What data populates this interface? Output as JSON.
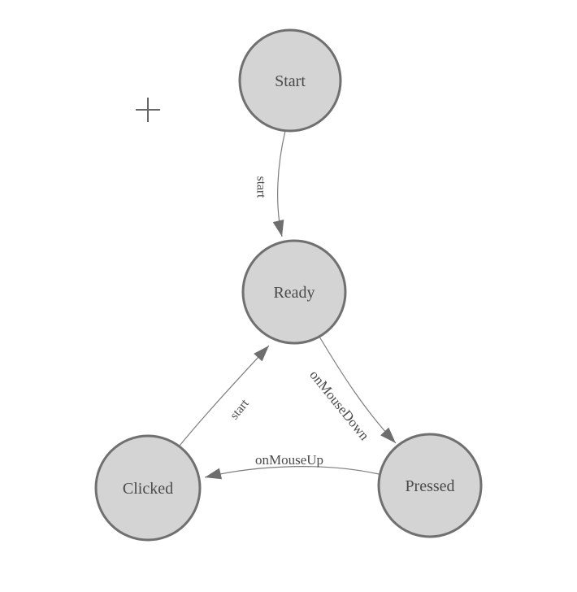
{
  "app": {
    "type": "state-diagram-canvas",
    "background": "#ffffff"
  },
  "colors": {
    "node_fill": "#d4d4d4",
    "node_stroke": "#707070",
    "edge_stroke": "#7d7d7d",
    "arrow_fill": "#6e6e6e",
    "text": "#4a4a4a",
    "plus": "#696969"
  },
  "icons": {
    "plus_cursor": "+"
  },
  "diagram": {
    "nodes": [
      {
        "id": "start",
        "label": "Start"
      },
      {
        "id": "ready",
        "label": "Ready"
      },
      {
        "id": "clicked",
        "label": "Clicked"
      },
      {
        "id": "pressed",
        "label": "Pressed"
      }
    ],
    "edges": [
      {
        "from": "Start",
        "to": "Ready",
        "label": "start"
      },
      {
        "from": "Clicked",
        "to": "Ready",
        "label": "start"
      },
      {
        "from": "Ready",
        "to": "Pressed",
        "label": "onMouseDown"
      },
      {
        "from": "Pressed",
        "to": "Clicked",
        "label": "onMouseUp"
      }
    ]
  }
}
